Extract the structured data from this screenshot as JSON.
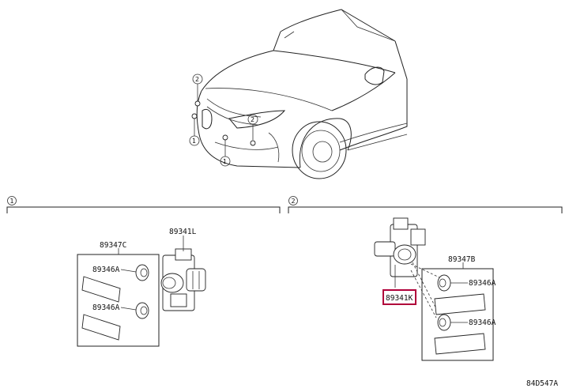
{
  "section_markers": [
    "1",
    "2"
  ],
  "parts": {
    "left_group_holder": "89347C",
    "left_sensor": "89341L",
    "left_retainer_a": "89346A",
    "left_retainer_b": "89346A",
    "right_sensor_highlighted": "89341K",
    "right_group_holder": "89347B",
    "right_retainer_a": "89346A",
    "right_retainer_b": "89346A"
  },
  "car_callouts": [
    "2",
    "1",
    "1",
    "2"
  ],
  "figure_code": "84D547A",
  "highlight_color": "#b0003a"
}
